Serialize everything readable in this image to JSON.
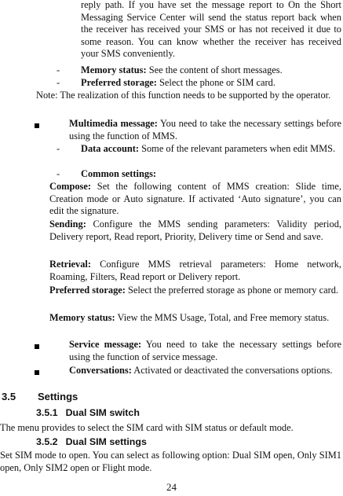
{
  "intro_continued": "reply path. If you have set the message report to On the Short Messaging Service Center will send the status report back when the receiver has received your SMS or has not received it due to some reason. You can know whether the receiver has received your SMS conveniently.",
  "memory_status": {
    "bullet": "-",
    "label": "Memory status:",
    "text": " See the content of short messages."
  },
  "preferred_storage": {
    "bullet": "-",
    "label": "Preferred storage:",
    "text": " Select the phone or SIM card."
  },
  "note": "Note: The realization of this function needs to be supported by the operator.",
  "mms": {
    "label": "Multimedia message:",
    "text": " You need to take the necessary settings before using the function of MMS."
  },
  "data_account": {
    "bullet": "-",
    "label": "Data account:",
    "text": " Some of the relevant parameters when edit MMS."
  },
  "common_settings": {
    "bullet": "-",
    "label": "Common settings:"
  },
  "compose": {
    "label": "Compose:",
    "text": " Set the following content of MMS creation: Slide time, Creation mode or Auto signature. If activated ‘Auto signature’, you can edit the signature."
  },
  "sending": {
    "label": "Sending:",
    "text": " Configure the MMS sending parameters: Validity period, Delivery report, Read report, Priority, Delivery time or Send and save."
  },
  "retrieval": {
    "label": "Retrieval:",
    "text": " Configure MMS retrieval parameters: Home network, Roaming, Filters, Read report or Delivery report."
  },
  "pref_storage_mms": {
    "label": "Preferred storage:",
    "text": " Select the preferred storage as phone or memory card."
  },
  "memory_status_mms": {
    "label": "Memory status:",
    "text": " View the MMS Usage, Total, and Free memory status."
  },
  "service_message": {
    "label": "Service message:",
    "text": " You need to take the necessary settings before using the function of service message."
  },
  "conversations": {
    "label": "Conversations:",
    "text": " Activated or deactivated the conversations options."
  },
  "section_35": {
    "number": "3.5",
    "title": "Settings"
  },
  "section_351": {
    "number": "3.5.1",
    "title": "Dual SIM switch",
    "body": "The menu provides to select the SIM card with SIM status or default mode."
  },
  "section_352": {
    "number": "3.5.2",
    "title": "Dual SIM settings",
    "body": "Set SIM mode to open. You can select as following option: Dual SIM open, Only SIM1 open, Only SIM2 open or Flight mode."
  },
  "page_number": "24"
}
